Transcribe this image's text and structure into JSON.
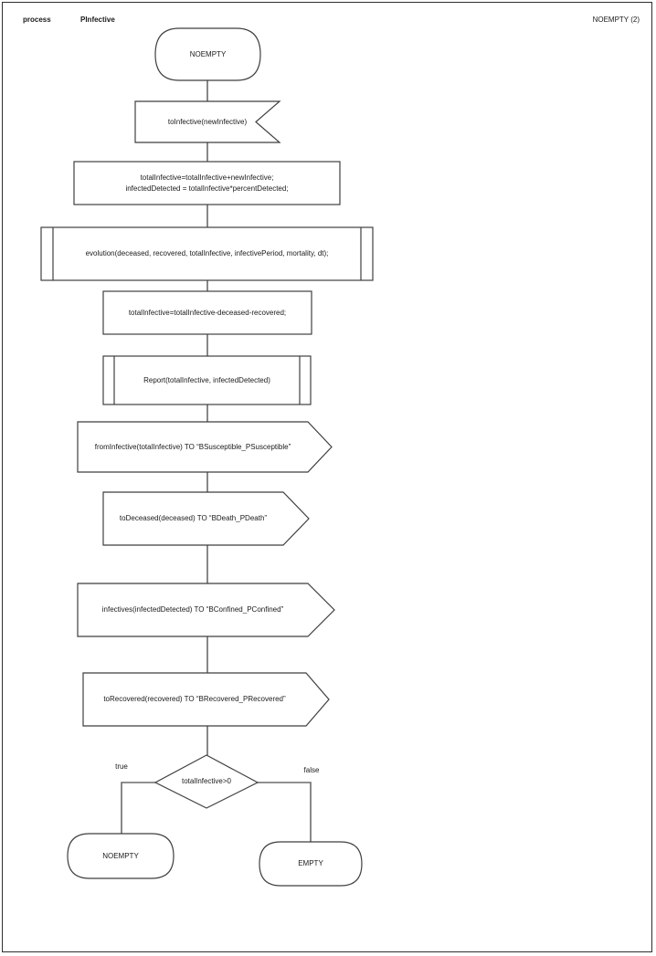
{
  "header": {
    "kind": "process",
    "name": "PInfective",
    "page_ref": "NOEMPTY (2)"
  },
  "colors": {
    "background": "#ffffff",
    "shape_stroke": "#3f3f3f",
    "connector_stroke": "#6b6b6b",
    "text": "#1a1a1a"
  },
  "diagram": {
    "start_state": {
      "label": "NOEMPTY"
    },
    "receive_signal": {
      "label": "toInfective(newInfective)"
    },
    "assignment1": {
      "line1": "totalInfective=totalInfective+newInfective;",
      "line2": "infectedDetected = totalInfective*percentDetected;"
    },
    "procedure_evolution": {
      "label": "evolution(deceased, recovered, totalInfective, infectivePeriod, mortality, dt);"
    },
    "assignment2": {
      "label": "totalInfective=totalInfective-deceased-recovered;"
    },
    "procedure_report": {
      "label": "Report(totalInfective, infectedDetected)"
    },
    "send_susceptible": {
      "label": "fromInfective(totalInfective) TO “BSusceptible_PSusceptible”"
    },
    "send_death": {
      "label": "toDeceased(deceased) TO “BDeath_PDeath”"
    },
    "send_confined": {
      "label": "infectives(infectedDetected) TO “BConfined_PConfined”"
    },
    "send_recovered": {
      "label": "toRecovered(recovered) TO “BRecovered_PRecovered”"
    },
    "decision": {
      "label": "totalInfective>0",
      "true_branch": "true",
      "false_branch": "false"
    },
    "next_state_noempty": {
      "label": "NOEMPTY"
    },
    "next_state_empty": {
      "label": "EMPTY"
    }
  }
}
